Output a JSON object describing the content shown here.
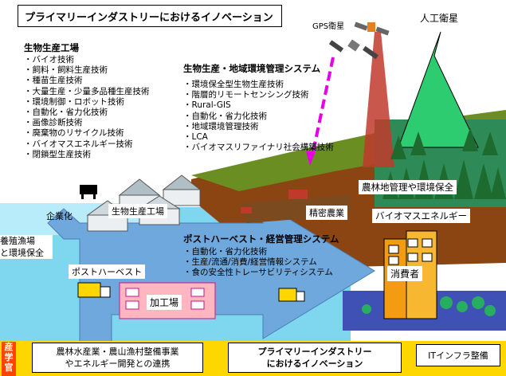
{
  "title": "プライマリーインダストリーにおけるイノベーション",
  "sections": {
    "bio": {
      "title": "生物生産工場",
      "items": [
        "・バイオ技術",
        "・飼料・飼料生産技術",
        "・種苗生産技術",
        "・大量生産・少量多品種生産技術",
        "・環境制御・ロボット技術",
        "・自動化・省力化技術",
        "・画像診断技術",
        "・廃棄物のリサイクル技術",
        "・バイオマスエネルギー技術",
        "・閉鎖型生産技術"
      ]
    },
    "env": {
      "title": "生物生産・地域環境管理システム",
      "items": [
        "・環境保全型生物生産技術",
        "・階層的リモートセンシング技術",
        "・Rural-GIS",
        "・自動化・省力化技術",
        "・地域環境管理技術",
        "・LCA",
        "・バイオマスリファイナリ社会構築技術"
      ]
    },
    "post": {
      "title": "ポストハーベスト・経営管理システム",
      "items": [
        "・自動化・省力化技術",
        "・生産/流通/消費/経営情報システム",
        "・食の安全性トレーサビリティシステム"
      ]
    }
  },
  "labels": {
    "gps": "GPS衛星",
    "satellite": "人工衛星",
    "farmland": "農林地管理や環境保全",
    "biomass": "バイオマスエネルギー",
    "precision": "精密農業",
    "company": "企業化",
    "factory": "生物生産工場",
    "aquaculture": "養殖漁場\nと環境保全",
    "postharvest": "ポストハーベスト",
    "processing": "加工場",
    "consumer": "消費者"
  },
  "bottom": {
    "sidebar": [
      "産",
      "学",
      "官"
    ],
    "box1": "農林水産業・農山漁村整備事業\nやエネルギー開発との連携",
    "box2": "プライマリーインダストリー\nにおけるイノベーション",
    "box3": "ITインフラ整備"
  }
}
